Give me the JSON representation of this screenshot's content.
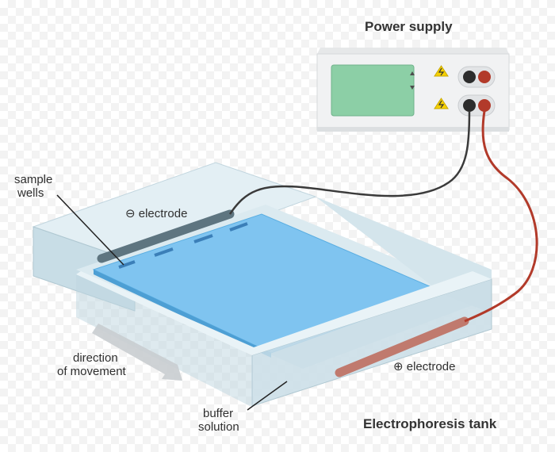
{
  "labels": {
    "power_supply": "Power supply",
    "sample_wells_1": "sample",
    "sample_wells_2": "wells",
    "neg_electrode": "⊖ electrode",
    "pos_electrode": "⊕ electrode",
    "direction_1": "direction",
    "direction_2": "of movement",
    "buffer_1": "buffer",
    "buffer_2": "solution",
    "tank": "Electrophoresis tank"
  },
  "colors": {
    "tank_glass": "#cfe3ec",
    "gel": "#7fc4f0",
    "screen": "#8ccfa6",
    "negative_wire": "#3a3a3a",
    "positive_wire": "#b23a2a",
    "negative_electrode": "#5e7580",
    "positive_electrode": "#c07a6e",
    "warning": "#f5d000"
  },
  "icons": [
    "high-voltage-warning-icon",
    "up-arrow-icon",
    "down-arrow-icon"
  ]
}
